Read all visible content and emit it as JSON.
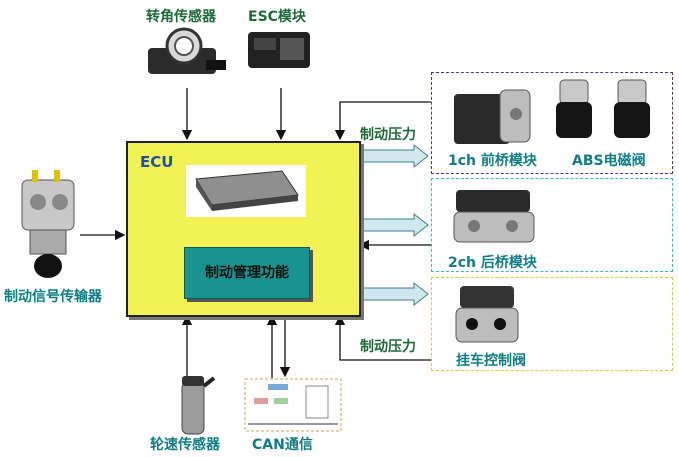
{
  "sensors": {
    "steering_angle": "转角传感器",
    "esc": "ESC模块",
    "brake_signal": "制动信号传输器",
    "wheel_speed": "轮速传感器",
    "can": "CAN通信"
  },
  "ecu": {
    "title": "ECU",
    "function": "制动管理功能"
  },
  "outputs": {
    "pressure_top": "制动压力",
    "pressure_bottom": "制动压力",
    "front_axle": "1ch 前桥模块",
    "abs_valve": "ABS电磁阀",
    "rear_axle": "2ch 后桥模块",
    "trailer": "挂车控制阀"
  },
  "colors": {
    "ecu_fill": "#f2f255",
    "function_fill": "#18938f",
    "label_green": "#1e6b3a",
    "label_teal": "#0f7d86",
    "box_blue": "#3a3aa0",
    "box_cyan": "#38b7c8",
    "box_yellow": "#d8c64a"
  }
}
